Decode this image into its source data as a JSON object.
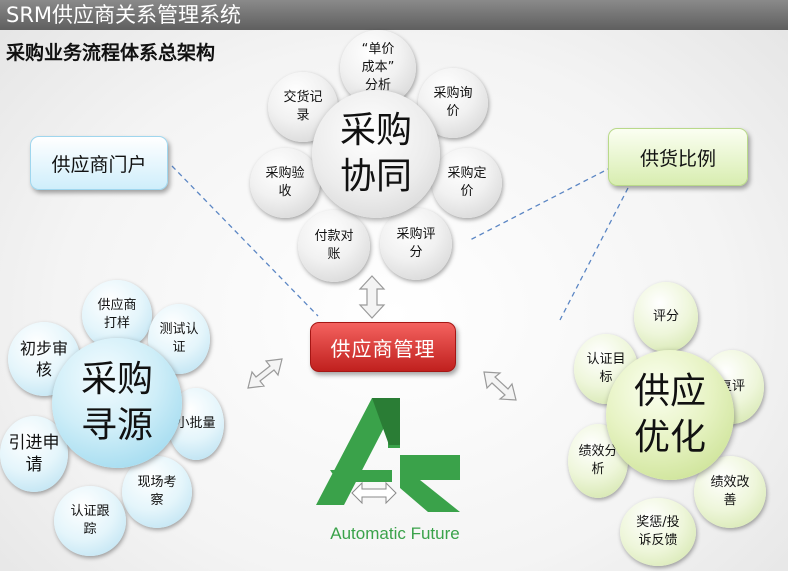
{
  "header": {
    "title": "SRM供应商关系管理系统"
  },
  "subtitle": "采购业务流程体系总架构",
  "top_cluster": {
    "center": "采购\n协同",
    "petals": [
      "“单价\n成本”\n分析",
      "采购询\n价",
      "采购定\n价",
      "采购评\n分",
      "付款对\n账",
      "采购验\n收",
      "交货记\n录"
    ]
  },
  "left_cluster": {
    "center": "采购\n寻源",
    "petals": [
      "供应商\n打样",
      "测试认\n证",
      "小批量",
      "现场考\n察",
      "认证跟\n踪",
      "引进申\n请",
      "初步审\n核"
    ]
  },
  "right_cluster": {
    "center": "供应\n优化",
    "petals": [
      "评分",
      "复评",
      "绩效改\n善",
      "奖惩/投\n诉反馈",
      "绩效分\n析",
      "认证目\n标"
    ]
  },
  "boxes": {
    "portal": "供应商门户",
    "ratio": "供货比例",
    "management": "供应商管理"
  },
  "logo": {
    "text": "Automatic Future"
  },
  "colors": {
    "title_bar": "#6e6e6e",
    "management_red": "#d9302e",
    "logo_green": "#3aa24a",
    "logo_dark_green": "#2a7d35"
  }
}
